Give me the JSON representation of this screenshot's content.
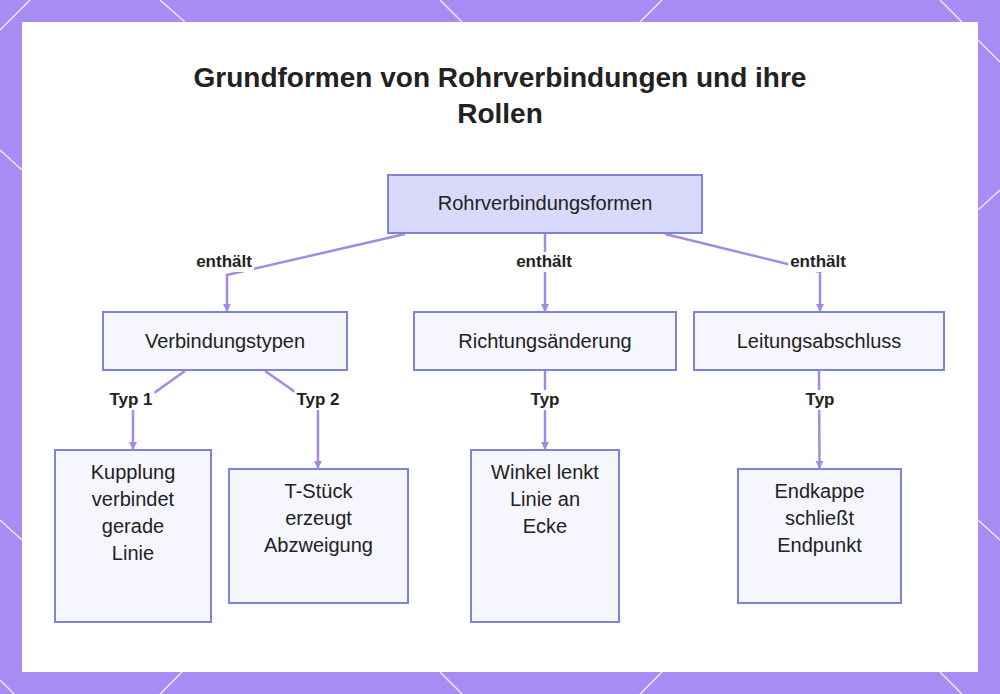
{
  "diagram": {
    "title": "Grundformen von Rohrverbindungen und ihre Rollen",
    "nodes": [
      {
        "text": [
          "Rohrverbindungsformen"
        ]
      },
      {
        "text": [
          "Verbindungstypen"
        ]
      },
      {
        "text": [
          "Richtungsänderung"
        ]
      },
      {
        "text": [
          "Leitungsabschluss"
        ]
      },
      {
        "text": [
          "Kupplung verbindet gerade Linie"
        ]
      },
      {
        "text": [
          "T-Stück erzeugt Abzweigung"
        ]
      },
      {
        "text": [
          "Winkel lenkt Linie an Ecke"
        ]
      },
      {
        "text": [
          "Endkappe schließt Endpunkt"
        ]
      }
    ],
    "edges": [
      {
        "from": 0,
        "to": 1,
        "label": "enthält",
        "arrow": "to"
      },
      {
        "from": 0,
        "to": 2,
        "label": "enthält",
        "arrow": "to"
      },
      {
        "from": 0,
        "to": 3,
        "label": "enthält",
        "arrow": "to"
      },
      {
        "from": 1,
        "to": 4,
        "label": "Typ 1",
        "arrow": "to"
      },
      {
        "from": 1,
        "to": 5,
        "label": "Typ 2",
        "arrow": "to"
      },
      {
        "from": 2,
        "to": 6,
        "label": "Typ",
        "arrow": "to"
      },
      {
        "from": 3,
        "to": 7,
        "label": "Typ",
        "arrow": "to"
      }
    ]
  }
}
